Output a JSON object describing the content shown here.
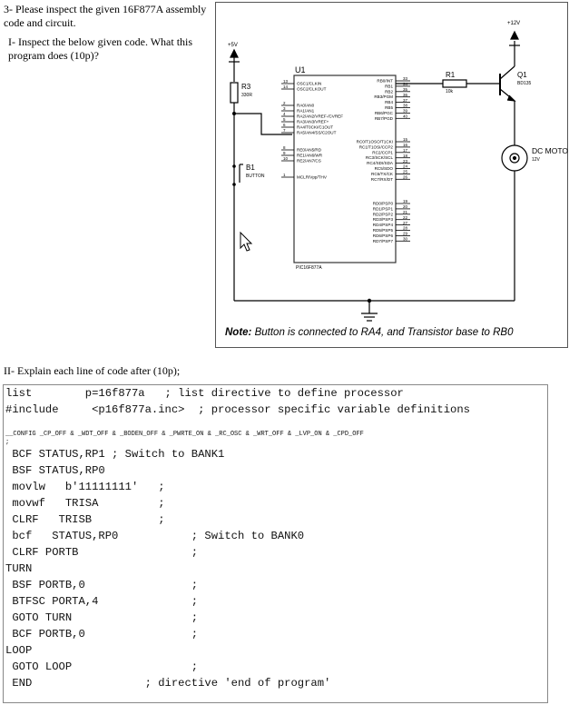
{
  "question": {
    "title": "3- Please inspect the given 16F877A assembly code and circuit.",
    "part1": "I- Inspect the below given code. What this program does (10p)?",
    "part2": "II- Explain each line of code after (10p);"
  },
  "circuit": {
    "supply_left": "+5V",
    "supply_right": "+12V",
    "r3_name": "R3",
    "r3_value": "330R",
    "mcu_name": "U1",
    "mcu_part": "PIC16F877A",
    "button_name": "B1",
    "button_label": "BUTTON",
    "r1_name": "R1",
    "r1_value": "10k",
    "q1_name": "Q1",
    "q1_part": "BD135",
    "motor_label": "DC MOTO",
    "motor_voltage": "12V",
    "left_pins": [
      {
        "num": "13",
        "name": "OSC1/CLKIN"
      },
      {
        "num": "14",
        "name": "OSC2/CLKOUT"
      },
      {
        "num": "2",
        "name": "RA0/AN0"
      },
      {
        "num": "3",
        "name": "RA1/AN1"
      },
      {
        "num": "4",
        "name": "RA2/AN2/VREF-/CVREF"
      },
      {
        "num": "5",
        "name": "RA3/AN3/VREF+"
      },
      {
        "num": "6",
        "name": "RA4/T0CKI/C1OUT"
      },
      {
        "num": "7",
        "name": "RA5/AN4/SS/C2OUT"
      },
      {
        "num": "8",
        "name": "RE0/AN5/RD"
      },
      {
        "num": "9",
        "name": "RE1/AN6/WR"
      },
      {
        "num": "10",
        "name": "RE2/AN7/CS"
      },
      {
        "num": "1",
        "name": "MCLR/Vpp/THV"
      }
    ],
    "right_pins": [
      {
        "num": "33",
        "name": "RB0/INT"
      },
      {
        "num": "34",
        "name": "RB1"
      },
      {
        "num": "35",
        "name": "RB2"
      },
      {
        "num": "36",
        "name": "RB3/PGM"
      },
      {
        "num": "37",
        "name": "RB4"
      },
      {
        "num": "38",
        "name": "RB5"
      },
      {
        "num": "39",
        "name": "RB6/PGC"
      },
      {
        "num": "40",
        "name": "RB7/PGD"
      },
      {
        "num": "15",
        "name": "RC0/T1OSO/T1CKI"
      },
      {
        "num": "16",
        "name": "RC1/T1OSI/CCP2"
      },
      {
        "num": "17",
        "name": "RC2/CCP1"
      },
      {
        "num": "18",
        "name": "RC3/SCK/SCL"
      },
      {
        "num": "23",
        "name": "RC4/SDI/SDA"
      },
      {
        "num": "24",
        "name": "RC5/SDO"
      },
      {
        "num": "25",
        "name": "RC6/TX/CK"
      },
      {
        "num": "26",
        "name": "RC7/RX/DT"
      },
      {
        "num": "19",
        "name": "RD0/PSP0"
      },
      {
        "num": "20",
        "name": "RD1/PSP1"
      },
      {
        "num": "21",
        "name": "RD2/PSP2"
      },
      {
        "num": "22",
        "name": "RD3/PSP3"
      },
      {
        "num": "27",
        "name": "RD4/PSP4"
      },
      {
        "num": "28",
        "name": "RD5/PSP5"
      },
      {
        "num": "29",
        "name": "RD6/PSP6"
      },
      {
        "num": "30",
        "name": "RD7/PSP7"
      }
    ],
    "note_label": "Note:",
    "note_text": "Button is connected to RA4, and Transistor base to RB0"
  },
  "code_lines": [
    {
      "text": "list        p=16f877a   ; list directive to define processor",
      "small": false
    },
    {
      "text": "#include     <p16f877a.inc>  ; processor specific variable definitions",
      "small": false
    },
    {
      "text": "__CONFIG _CP_OFF & _WDT_OFF & _BODEN_OFF & _PWRTE_ON & _RC_OSC & _WRT_OFF & _LVP_ON & _CPD_OFF",
      "small": true
    },
    {
      "text": ";",
      "small": true
    },
    {
      "text": " BCF STATUS,RP1 ; Switch to BANK1",
      "small": false
    },
    {
      "text": " BSF STATUS,RP0",
      "small": false
    },
    {
      "text": " movlw   b'11111111'   ;",
      "small": false
    },
    {
      "text": " movwf   TRISA         ;",
      "small": false
    },
    {
      "text": " CLRF   TRISB          ;",
      "small": false
    },
    {
      "text": " bcf   STATUS,RP0           ; Switch to BANK0",
      "small": false
    },
    {
      "text": " CLRF PORTB                 ;",
      "small": false
    },
    {
      "text": "TURN",
      "small": false
    },
    {
      "text": " BSF PORTB,0                ;",
      "small": false
    },
    {
      "text": " BTFSC PORTA,4              ;",
      "small": false
    },
    {
      "text": " GOTO TURN                  ;",
      "small": false
    },
    {
      "text": " BCF PORTB,0                ;",
      "small": false
    },
    {
      "text": "LOOP",
      "small": false
    },
    {
      "text": " GOTO LOOP                  ;",
      "small": false
    },
    {
      "text": " END                 ; directive 'end of program'",
      "small": false
    }
  ]
}
